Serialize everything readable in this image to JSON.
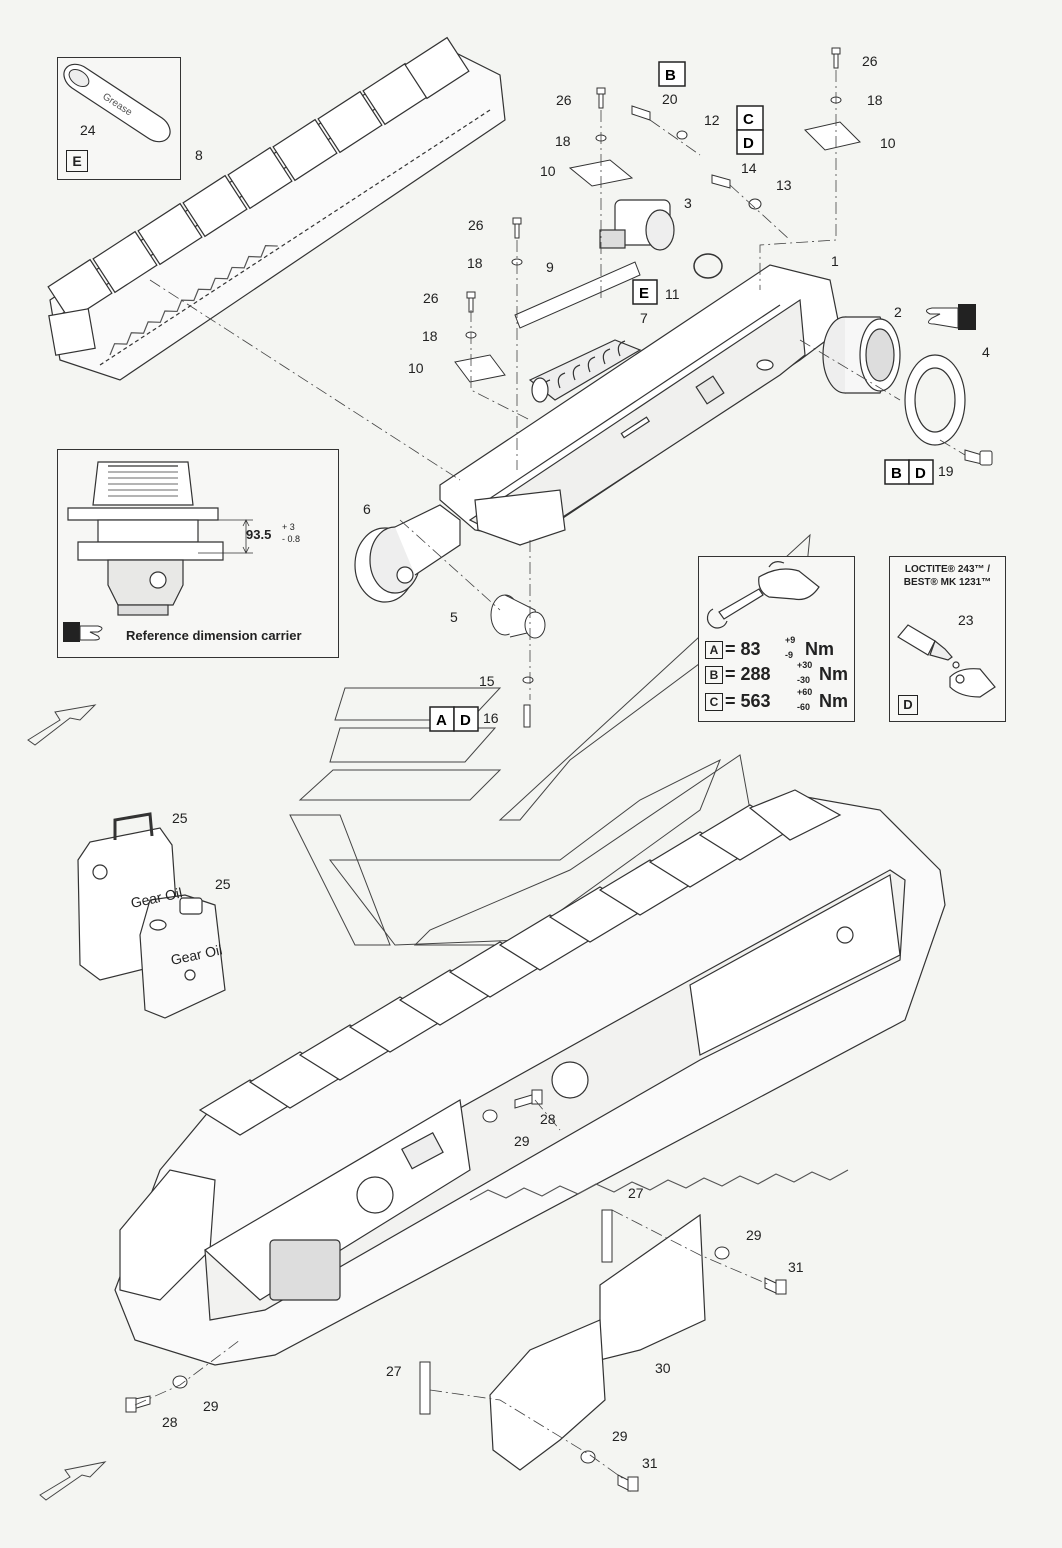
{
  "callouts": {
    "c1": "1",
    "c2": "2",
    "c3": "3",
    "c4": "4",
    "c5": "5",
    "c6": "6",
    "c7": "7",
    "c8": "8",
    "c9": "9",
    "c10a": "10",
    "c10b": "10",
    "c10c": "10",
    "c11": "11",
    "c12": "12",
    "c13": "13",
    "c14": "14",
    "c15": "15",
    "c16": "16",
    "c18a": "18",
    "c18b": "18",
    "c18c": "18",
    "c18d": "18",
    "c19": "19",
    "c20": "20",
    "c23": "23",
    "c24": "24",
    "c25a": "25",
    "c25b": "25",
    "c26a": "26",
    "c26b": "26",
    "c26c": "26",
    "c26d": "26",
    "c27a": "27",
    "c27b": "27",
    "c28a": "28",
    "c28b": "28",
    "c29a": "29",
    "c29b": "29",
    "c29c": "29",
    "c29d": "29",
    "c30": "30",
    "c31a": "31",
    "c31b": "31"
  },
  "keys": {
    "A": "A",
    "B": "B",
    "C": "C",
    "D": "D",
    "E": "E"
  },
  "grease_box": {
    "tube_text": "Grease",
    "item": "24",
    "key": "E"
  },
  "reference_box": {
    "dimension": "93.5",
    "tol_plus": "+ 3",
    "tol_minus": "- 0.8",
    "caption": "Reference dimension carrier"
  },
  "torque_box": {
    "rows": [
      {
        "key": "A",
        "value": "= 83",
        "plus": "+9",
        "minus": "-9",
        "unit": "Nm"
      },
      {
        "key": "B",
        "value": "= 288",
        "plus": "+30",
        "minus": "-30",
        "unit": "Nm"
      },
      {
        "key": "C",
        "value": "= 563",
        "plus": "+60",
        "minus": "-60",
        "unit": "Nm"
      }
    ]
  },
  "loctite_box": {
    "line1": "LOCTITE® 243™ /",
    "line2": "BEST® MK 1231™",
    "item": "23",
    "key": "D"
  },
  "oil_cans": {
    "label1": "Gear Oil",
    "label2": "Gear Oil"
  },
  "colors": {
    "line": "#333333",
    "fill": "#ffffff",
    "shade": "#dcdcd8",
    "background": "#f4f5f2"
  }
}
